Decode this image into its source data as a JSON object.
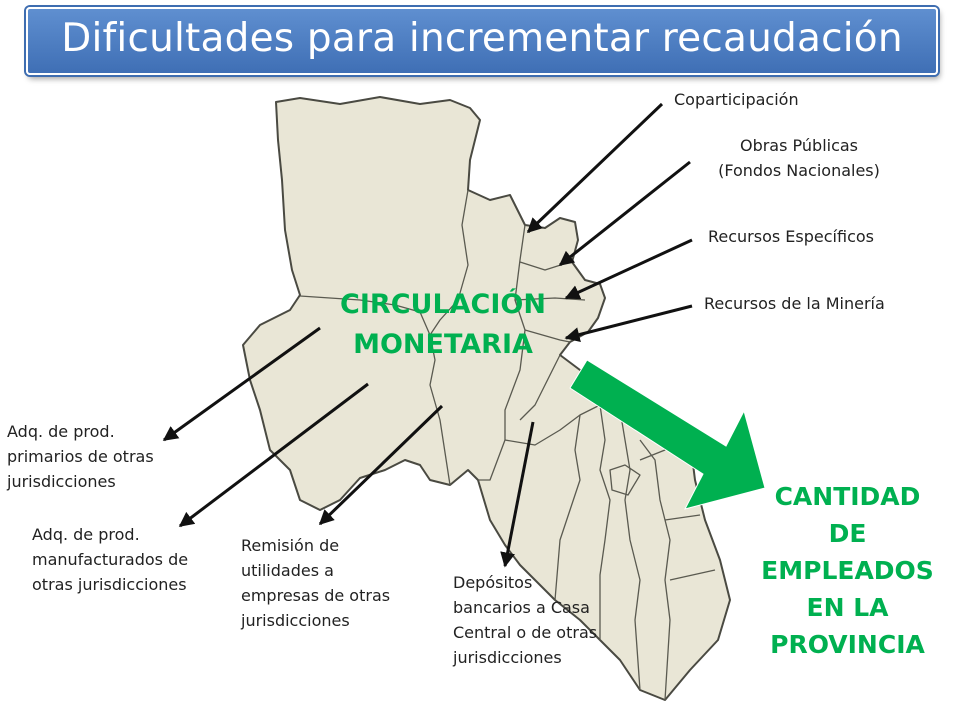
{
  "title": "Dificultades para incrementar recaudación",
  "center_label": "CIRCULACIÓN\nMONETARIA",
  "incoming": [
    "Coparticipación",
    "Obras Públicas\n(Fondos Nacionales)",
    "Recursos Específicos",
    "Recursos de la Minería"
  ],
  "outgoing": [
    "Adq. de prod.\nprimarios de otras\njurisdicciones",
    "Adq. de prod.\nmanufacturados de\notras jurisdicciones",
    "Remisión de\nutilidades a\nempresas de otras\njurisdicciones",
    "Depósitos\nbancarios a Casa\nCentral o de otras\njurisdicciones"
  ],
  "result_label": "CANTIDAD\nDE\nEMPLEADOS\nEN LA\nPROVINCIA",
  "colors": {
    "title_bg": "#4a7cc2",
    "map_fill": "#e9e6d6",
    "green": "#00b050",
    "arrow": "#111111"
  }
}
